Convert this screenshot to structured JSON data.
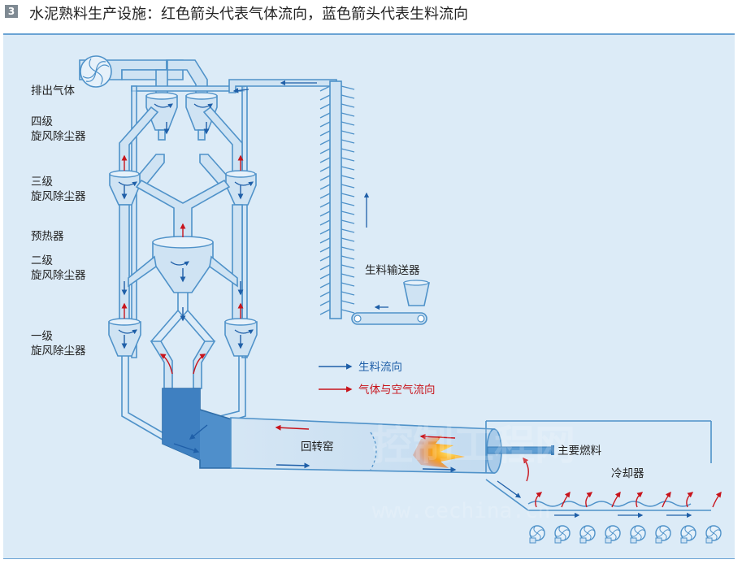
{
  "figure": {
    "number": "3",
    "title": "水泥熟料生产设施：红色箭头代表气体流向，蓝色箭头代表生料流向"
  },
  "labels": {
    "exhaust": "排出气体",
    "stage4_line1": "四级",
    "stage4_line2": "旋风除尘器",
    "stage3_line1": "三级",
    "stage3_line2": "旋风除尘器",
    "preheater": "预热器",
    "stage2_line1": "二级",
    "stage2_line2": "旋风除尘器",
    "stage1_line1": "一级",
    "stage1_line2": "旋风除尘器",
    "conveyor": "生料输送器",
    "kiln": "回转窑",
    "main_fuel": "主要燃料",
    "cooler": "冷却器"
  },
  "legend": {
    "raw_material": "生料流向",
    "gas_air": "气体与空气流向"
  },
  "colors": {
    "raw_material_arrow": "#1f5fa8",
    "gas_arrow": "#c8141c",
    "pipe_stroke": "#4f92c9",
    "pipe_fill": "#cfe3f3",
    "background": "#dcebf7",
    "calciner": "#4f8fcb"
  },
  "icons": {
    "exhaust_fan": "fan-icon",
    "cooler_fans": "fan-icon",
    "flame": "flame-icon"
  }
}
